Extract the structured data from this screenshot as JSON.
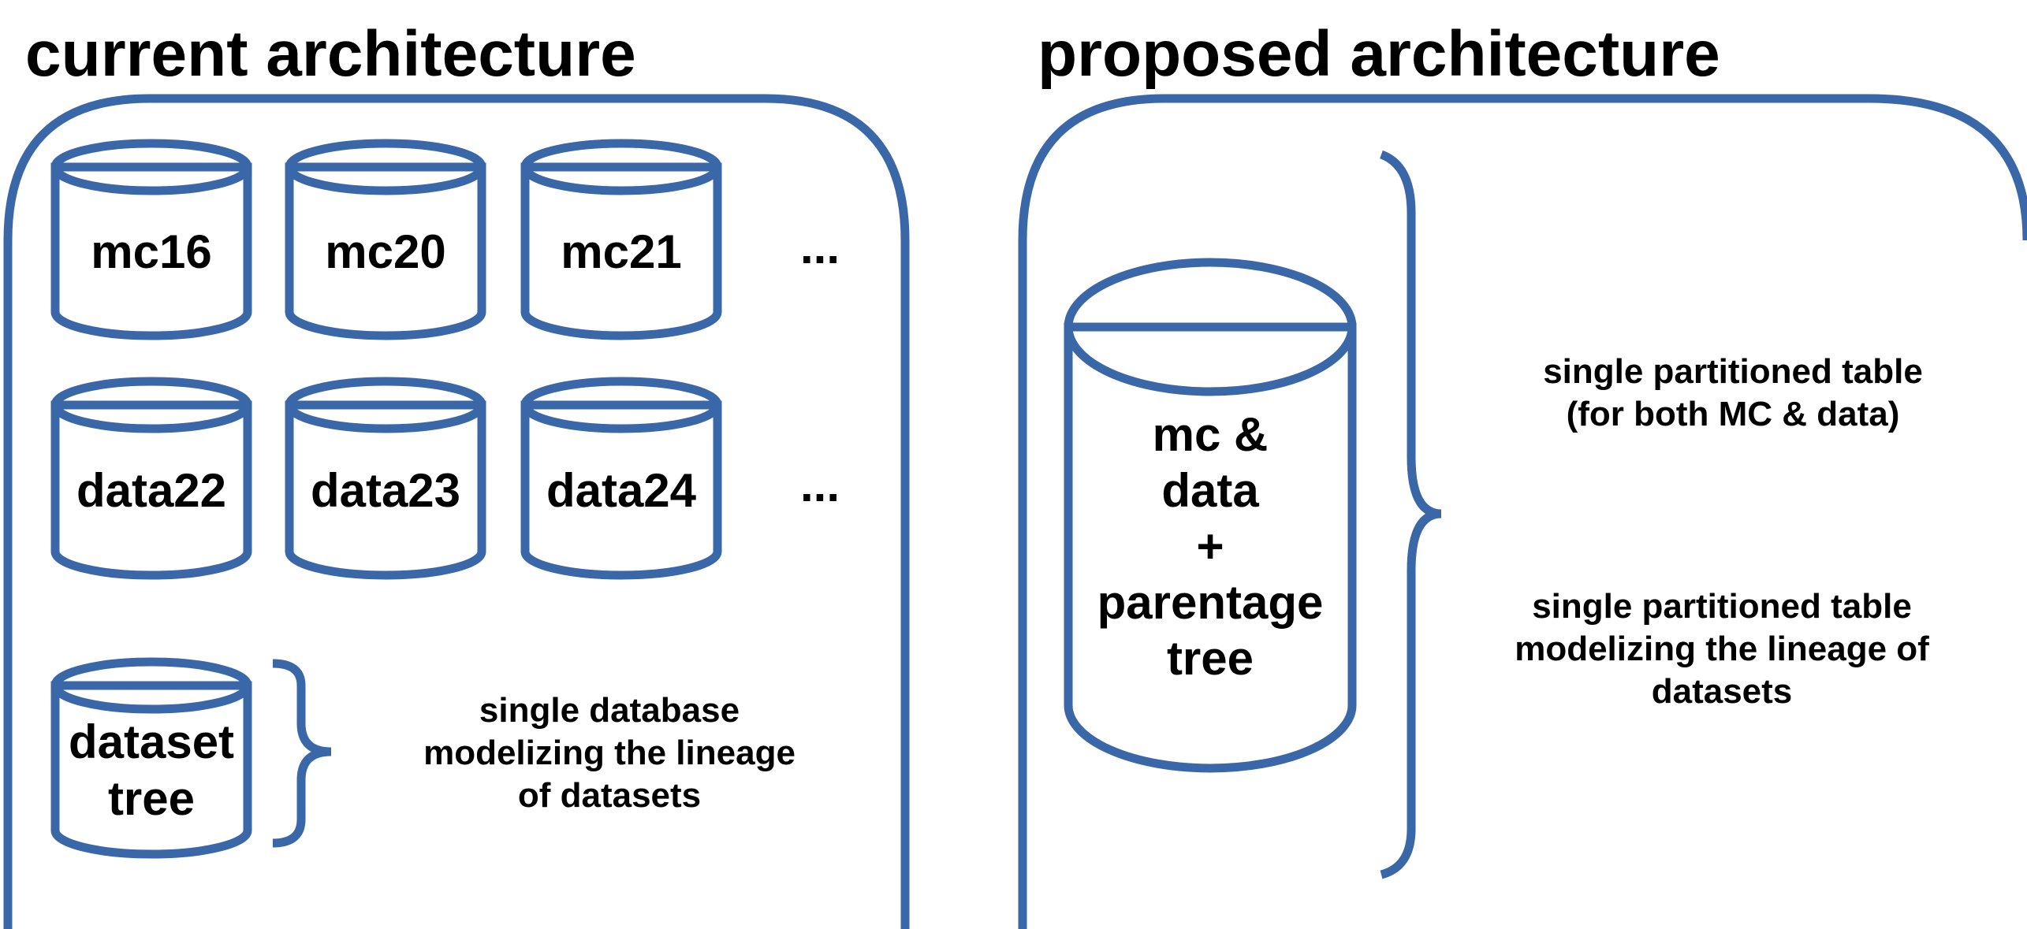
{
  "colors": {
    "stroke": "#3a67a8",
    "text": "#000000",
    "background": "#ffffff"
  },
  "current": {
    "title": "current architecture",
    "mc_databases": [
      "mc16",
      "mc20",
      "mc21"
    ],
    "data_databases": [
      "data22",
      "data23",
      "data24"
    ],
    "more_mc": "...",
    "more_data": "...",
    "lineage_db": [
      "dataset",
      "tree"
    ],
    "lineage_note": [
      "single database",
      "modelizing the lineage",
      "of datasets"
    ]
  },
  "proposed": {
    "title": "proposed architecture",
    "combined_db": [
      "mc &",
      "data",
      "+",
      "parentage",
      "tree"
    ],
    "note_top": [
      "single partitioned table",
      "(for both MC & data)"
    ],
    "note_bottom": [
      "single partitioned table",
      "modelizing the lineage of",
      "datasets"
    ]
  }
}
